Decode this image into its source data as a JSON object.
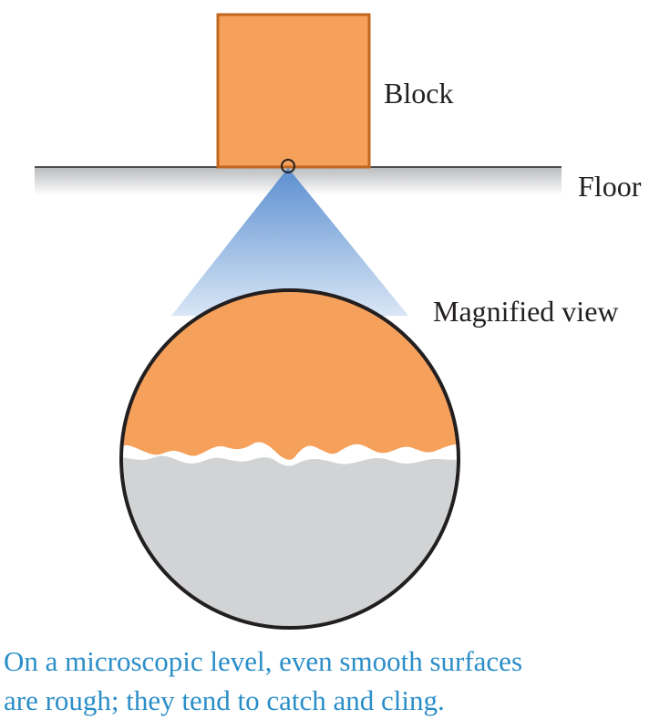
{
  "labels": {
    "block": "Block",
    "floor": "Floor",
    "magnified_view": "Magnified view"
  },
  "caption": {
    "line1": "On a microscopic level, even smooth surfaces",
    "line2": "are rough; they tend to catch and cling."
  },
  "colors": {
    "block_fill": "#f5a15c",
    "block_stroke": "#c1661f",
    "floor_gray": "#d1d3d4",
    "floor_line": "#231f20",
    "magnify_cone_blue": "#6a9fd8",
    "caption_blue": "#2a8ec8",
    "label_text": "#231f20"
  }
}
